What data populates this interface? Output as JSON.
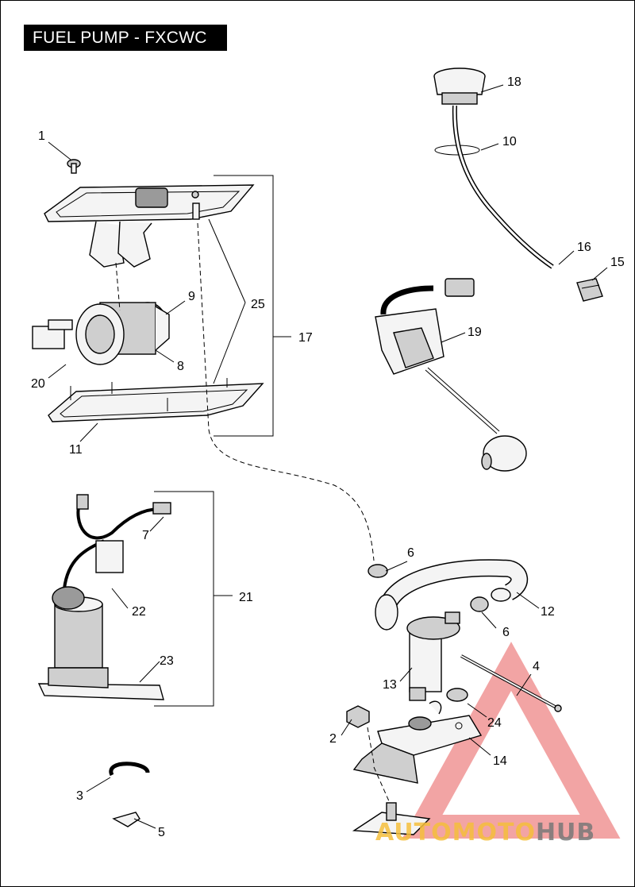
{
  "diagram": {
    "title": "FUEL PUMP - FXCWC",
    "callouts": [
      {
        "id": "c1",
        "label": "1"
      },
      {
        "id": "c2",
        "label": "2"
      },
      {
        "id": "c3",
        "label": "3"
      },
      {
        "id": "c4",
        "label": "4"
      },
      {
        "id": "c5",
        "label": "5"
      },
      {
        "id": "c6a",
        "label": "6"
      },
      {
        "id": "c6b",
        "label": "6"
      },
      {
        "id": "c7",
        "label": "7"
      },
      {
        "id": "c8",
        "label": "8"
      },
      {
        "id": "c9",
        "label": "9"
      },
      {
        "id": "c10",
        "label": "10"
      },
      {
        "id": "c11",
        "label": "11"
      },
      {
        "id": "c12",
        "label": "12"
      },
      {
        "id": "c13",
        "label": "13"
      },
      {
        "id": "c14",
        "label": "14"
      },
      {
        "id": "c15",
        "label": "15"
      },
      {
        "id": "c16",
        "label": "16"
      },
      {
        "id": "c17",
        "label": "17"
      },
      {
        "id": "c18",
        "label": "18"
      },
      {
        "id": "c19",
        "label": "19"
      },
      {
        "id": "c20",
        "label": "20"
      },
      {
        "id": "c21",
        "label": "21"
      },
      {
        "id": "c22",
        "label": "22"
      },
      {
        "id": "c23",
        "label": "23"
      },
      {
        "id": "c24",
        "label": "24"
      },
      {
        "id": "c25",
        "label": "25"
      }
    ]
  },
  "watermark": {
    "part1": "AUTOMOTO",
    "part2": "HUB",
    "triangle_color": "#e85a5a",
    "text_color_1": "#f4be3c",
    "text_color_2": "#787878"
  }
}
